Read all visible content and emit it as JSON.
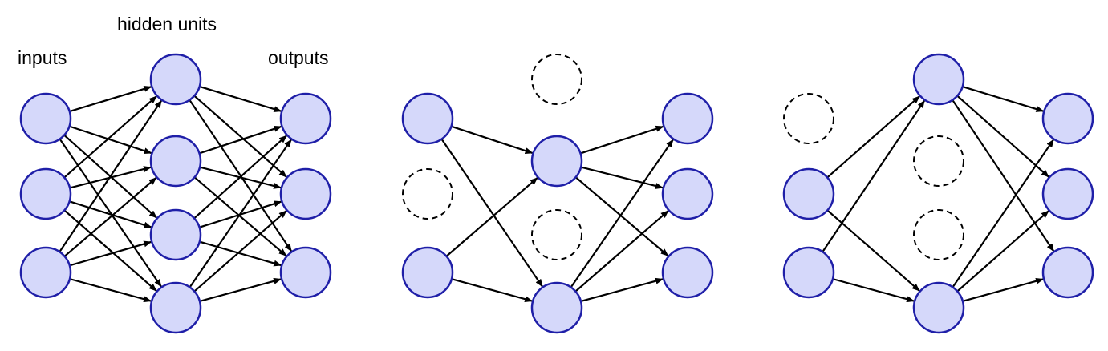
{
  "labels": {
    "inputs": "inputs",
    "hidden": "hidden units",
    "outputs": "outputs"
  },
  "style": {
    "node_fill": "#d5d8fa",
    "node_stroke": "#1f1fa8",
    "edge_color": "#000000",
    "dropped_stroke": "#000000"
  },
  "networks": [
    {
      "name": "full-network",
      "inputs_active": [
        true,
        true,
        true
      ],
      "hidden_active": [
        true,
        true,
        true,
        true
      ],
      "outputs_active": [
        true,
        true,
        true
      ],
      "edges_in_hidden": [
        [
          0,
          0
        ],
        [
          0,
          1
        ],
        [
          0,
          2
        ],
        [
          0,
          3
        ],
        [
          1,
          0
        ],
        [
          1,
          1
        ],
        [
          1,
          2
        ],
        [
          1,
          3
        ],
        [
          2,
          0
        ],
        [
          2,
          1
        ],
        [
          2,
          2
        ],
        [
          2,
          3
        ]
      ],
      "edges_hidden_out": [
        [
          0,
          0
        ],
        [
          0,
          1
        ],
        [
          0,
          2
        ],
        [
          1,
          0
        ],
        [
          1,
          1
        ],
        [
          1,
          2
        ],
        [
          2,
          0
        ],
        [
          2,
          1
        ],
        [
          2,
          2
        ],
        [
          3,
          0
        ],
        [
          3,
          1
        ],
        [
          3,
          2
        ]
      ]
    },
    {
      "name": "thinned-network-a",
      "inputs_active": [
        true,
        false,
        true
      ],
      "hidden_active": [
        false,
        true,
        false,
        true
      ],
      "outputs_active": [
        true,
        true,
        true
      ],
      "edges_in_hidden": [
        [
          0,
          1
        ],
        [
          0,
          3
        ],
        [
          2,
          1
        ],
        [
          2,
          3
        ]
      ],
      "edges_hidden_out": [
        [
          1,
          0
        ],
        [
          1,
          1
        ],
        [
          1,
          2
        ],
        [
          3,
          0
        ],
        [
          3,
          1
        ],
        [
          3,
          2
        ]
      ]
    },
    {
      "name": "thinned-network-b",
      "inputs_active": [
        false,
        true,
        true
      ],
      "hidden_active": [
        true,
        false,
        false,
        true
      ],
      "outputs_active": [
        true,
        true,
        true
      ],
      "edges_in_hidden": [
        [
          1,
          0
        ],
        [
          1,
          3
        ],
        [
          2,
          0
        ],
        [
          2,
          3
        ]
      ],
      "edges_hidden_out": [
        [
          0,
          0
        ],
        [
          0,
          1
        ],
        [
          0,
          2
        ],
        [
          3,
          0
        ],
        [
          3,
          1
        ],
        [
          3,
          2
        ]
      ]
    }
  ]
}
